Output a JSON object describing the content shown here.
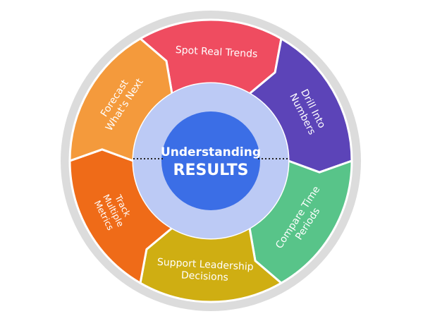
{
  "center": {
    "line1": "Understanding",
    "line2": "RESULTS"
  },
  "segments": [
    {
      "lines": [
        "Spot Real Trends"
      ],
      "color": "#ef4c60"
    },
    {
      "lines": [
        "Drill Into",
        "Numbers"
      ],
      "color": "#5c44b8"
    },
    {
      "lines": [
        "Compare Time",
        "Periods"
      ],
      "color": "#58c489"
    },
    {
      "lines": [
        "Support Leadership",
        "Decisions"
      ],
      "color": "#cfae12"
    },
    {
      "lines": [
        "Track",
        "Multiple",
        "Metrics"
      ],
      "color": "#ef6b18"
    },
    {
      "lines": [
        "Forecast",
        "What's Next"
      ],
      "color": "#f49a3c"
    }
  ],
  "colors": {
    "outer_ring": "#dcdcdc",
    "hub_ring": "#bccaf5",
    "hub_core": "#3b6ee6",
    "segment_text": "#ffffff",
    "center_text": "#ffffff"
  }
}
